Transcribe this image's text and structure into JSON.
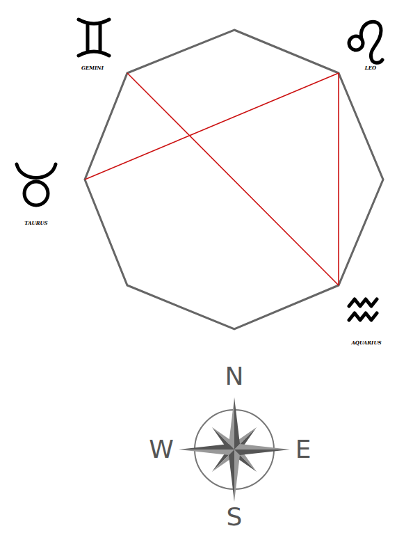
{
  "diagram": {
    "labels": [
      "GEMINI",
      "LEO",
      "TAURUS",
      "AQUARIUS",
      "N",
      "W",
      "E",
      "S"
    ]
  }
}
